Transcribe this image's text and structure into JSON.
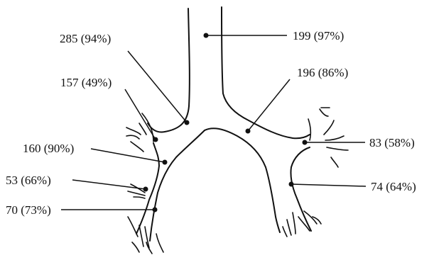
{
  "diagram": {
    "labels": [
      {
        "id": "trachea",
        "text": "199 (97%)"
      },
      {
        "id": "right-main-bronchus",
        "text": "285 (94%)"
      },
      {
        "id": "left-main-bronchus",
        "text": "196 (86%)"
      },
      {
        "id": "right-upper-lobe",
        "text": "157 (49%)"
      },
      {
        "id": "bronchus-intermedius",
        "text": "160 (90%)"
      },
      {
        "id": "right-middle-lobe",
        "text": "53 (66%)"
      },
      {
        "id": "right-lower-lobe",
        "text": "70 (73%)"
      },
      {
        "id": "left-upper-lobe",
        "text": "83 (58%)"
      },
      {
        "id": "left-lower-lobe",
        "text": "74 (64%)"
      }
    ]
  }
}
